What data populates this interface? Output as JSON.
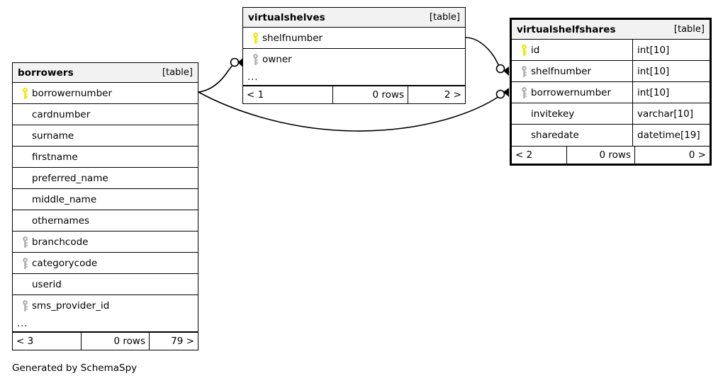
{
  "diagram": {
    "caption": "Generated by SchemaSpy",
    "table_tag": "[table]",
    "ellipsis": "...",
    "colors": {
      "pk_key": "#efe706",
      "fk_key": "#b3b3b3",
      "header_bg": "#f2f2f2",
      "border": "#000000"
    }
  },
  "tables": {
    "borrowers": {
      "name": "borrowers",
      "tag": "[table]",
      "columns": [
        {
          "name": "borrowernumber",
          "key": "primary"
        },
        {
          "name": "cardnumber",
          "key": "none"
        },
        {
          "name": "surname",
          "key": "none"
        },
        {
          "name": "firstname",
          "key": "none"
        },
        {
          "name": "preferred_name",
          "key": "none"
        },
        {
          "name": "middle_name",
          "key": "none"
        },
        {
          "name": "othernames",
          "key": "none"
        },
        {
          "name": "branchcode",
          "key": "foreign"
        },
        {
          "name": "categorycode",
          "key": "foreign"
        },
        {
          "name": "userid",
          "key": "none"
        },
        {
          "name": "sms_provider_id",
          "key": "foreign"
        }
      ],
      "more": "...",
      "footer": {
        "prev": "< 3",
        "rows": "0 rows",
        "next": "79 >"
      }
    },
    "virtualshelves": {
      "name": "virtualshelves",
      "tag": "[table]",
      "columns": [
        {
          "name": "shelfnumber",
          "key": "primary"
        },
        {
          "name": "owner",
          "key": "foreign"
        }
      ],
      "more": "...",
      "footer": {
        "prev": "< 1",
        "rows": "0 rows",
        "next": "2 >"
      }
    },
    "virtualshelfshares": {
      "name": "virtualshelfshares",
      "tag": "[table]",
      "focus": true,
      "columns": [
        {
          "name": "id",
          "type": "int[10]",
          "key": "primary"
        },
        {
          "name": "shelfnumber",
          "type": "int[10]",
          "key": "foreign"
        },
        {
          "name": "borrowernumber",
          "type": "int[10]",
          "key": "foreign"
        },
        {
          "name": "invitekey",
          "type": "varchar[10]",
          "key": "none"
        },
        {
          "name": "sharedate",
          "type": "datetime[19]",
          "key": "none"
        }
      ],
      "footer": {
        "prev": "< 2",
        "rows": "0 rows",
        "next": "0 >"
      }
    }
  },
  "relationships": [
    {
      "from": "borrowers.borrowernumber",
      "to": "virtualshelves.owner"
    },
    {
      "from": "borrowers.borrowernumber",
      "to": "virtualshelfshares.borrowernumber"
    },
    {
      "from": "virtualshelves.shelfnumber",
      "to": "virtualshelfshares.shelfnumber"
    }
  ]
}
